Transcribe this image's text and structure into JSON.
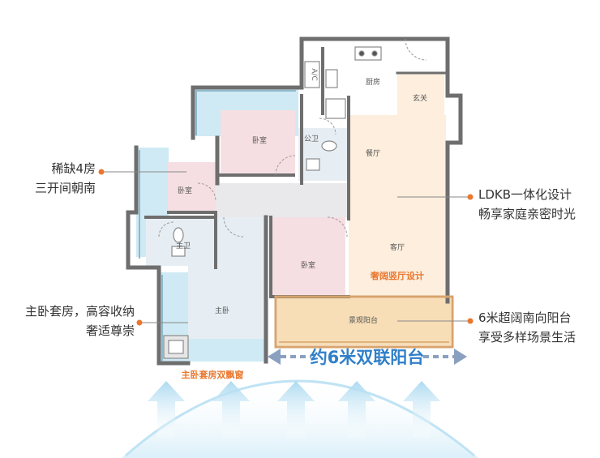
{
  "colors": {
    "accent": "#e9772e",
    "wall": "#6e6e6e",
    "bedroom": "#f6dfe2",
    "bathroom": "#e7eef3",
    "living": "#fdeedd",
    "balcony": "#f7deb7",
    "bay_window": "#cfeaf4",
    "hall": "#e9e9ec",
    "arc": "#a9d7ee",
    "arrow": "#b9dff2"
  },
  "rooms": {
    "kitchen": "厨房",
    "foyer": "玄关",
    "dining": "餐厅",
    "living": "客厅",
    "public_bath": "公卫",
    "bedroom_top": "卧室",
    "bedroom_left": "卧室",
    "bedroom_middle": "卧室",
    "master_bath": "主卫",
    "master_bedroom": "主卧",
    "balcony": "景观阳台",
    "ac": "A/C"
  },
  "labels": {
    "vertical_hall": "奢阔竖厅设计",
    "balcony_span": "约6米双联阳台",
    "bay_window": "主卧套房双飘窗"
  },
  "callouts": {
    "rooms_count": {
      "line1": "稀缺4房",
      "line2": "三开间朝南"
    },
    "master": {
      "line1": "主卧套房，高容收纳",
      "line2": "奢适尊崇"
    },
    "ldkb": {
      "line1": "LDKB一体化设计",
      "line2": "畅享家庭亲密时光"
    },
    "balcony": {
      "line1": "6米超阔南向阳台",
      "line2": "享受多样场景生活"
    }
  }
}
